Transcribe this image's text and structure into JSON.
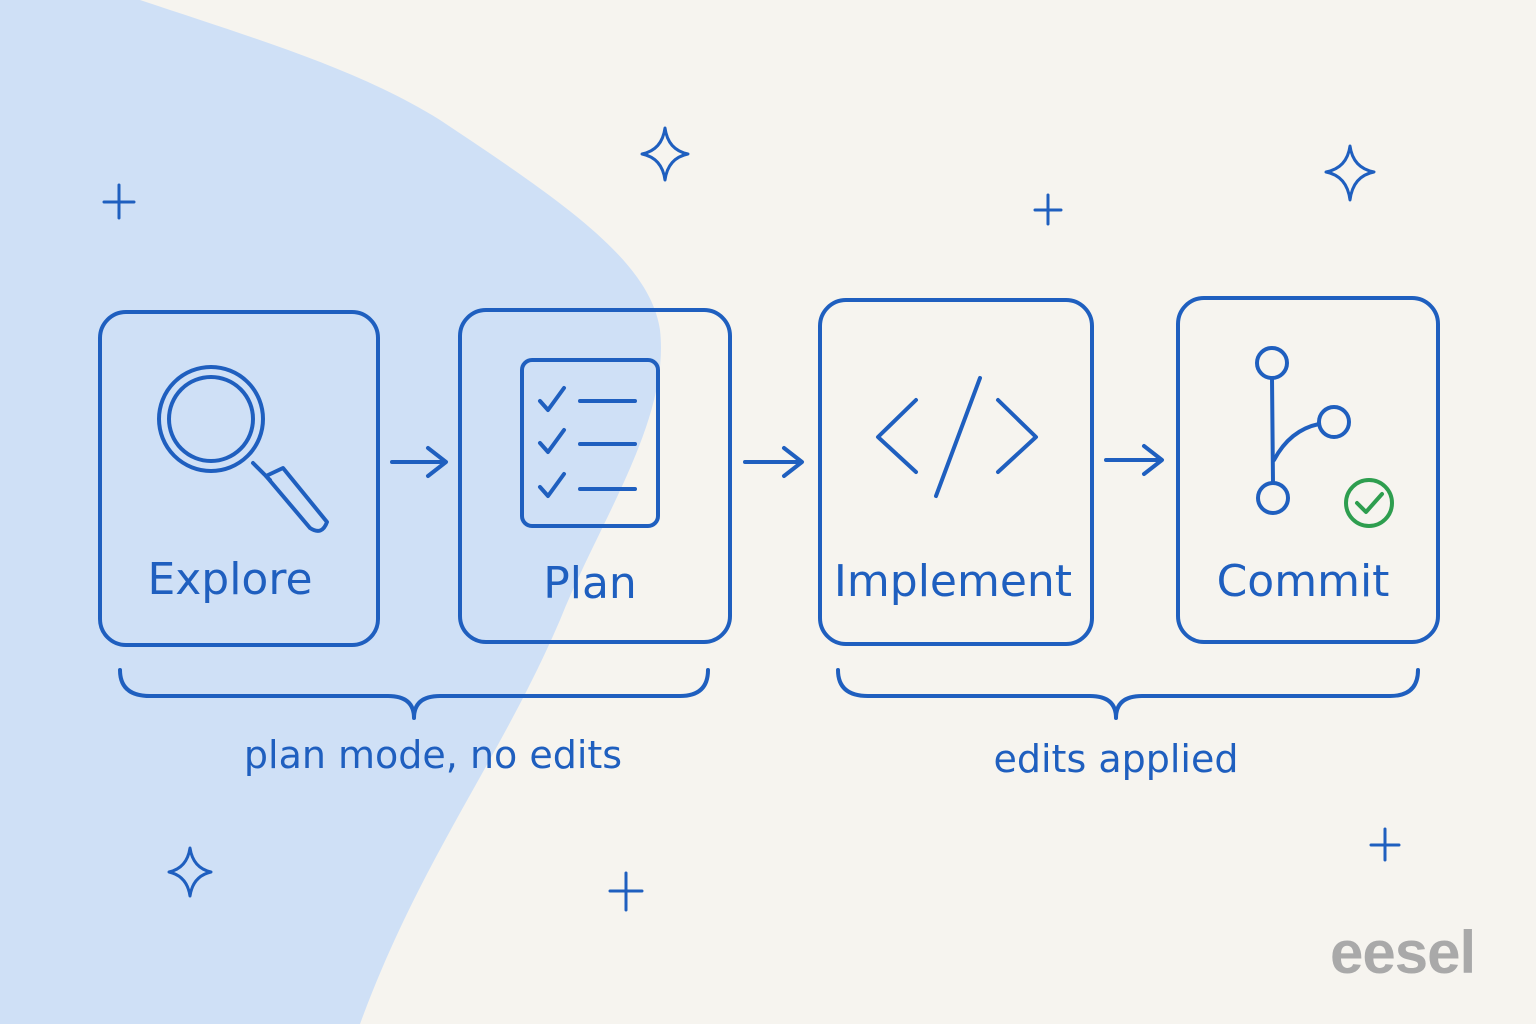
{
  "colors": {
    "background": "#f6f4ef",
    "blob": "#cfe0f6",
    "ink": "#1f5fbf",
    "check": "#2e9e4f",
    "logo": "#a9a9a9"
  },
  "steps": [
    {
      "label": "Explore",
      "icon": "magnifying-glass-icon"
    },
    {
      "label": "Plan",
      "icon": "checklist-icon"
    },
    {
      "label": "Implement",
      "icon": "code-brackets-icon"
    },
    {
      "label": "Commit",
      "icon": "git-branch-icon"
    }
  ],
  "groups": [
    {
      "label": "plan mode, no edits"
    },
    {
      "label": "edits applied"
    }
  ],
  "logo": "eesel"
}
